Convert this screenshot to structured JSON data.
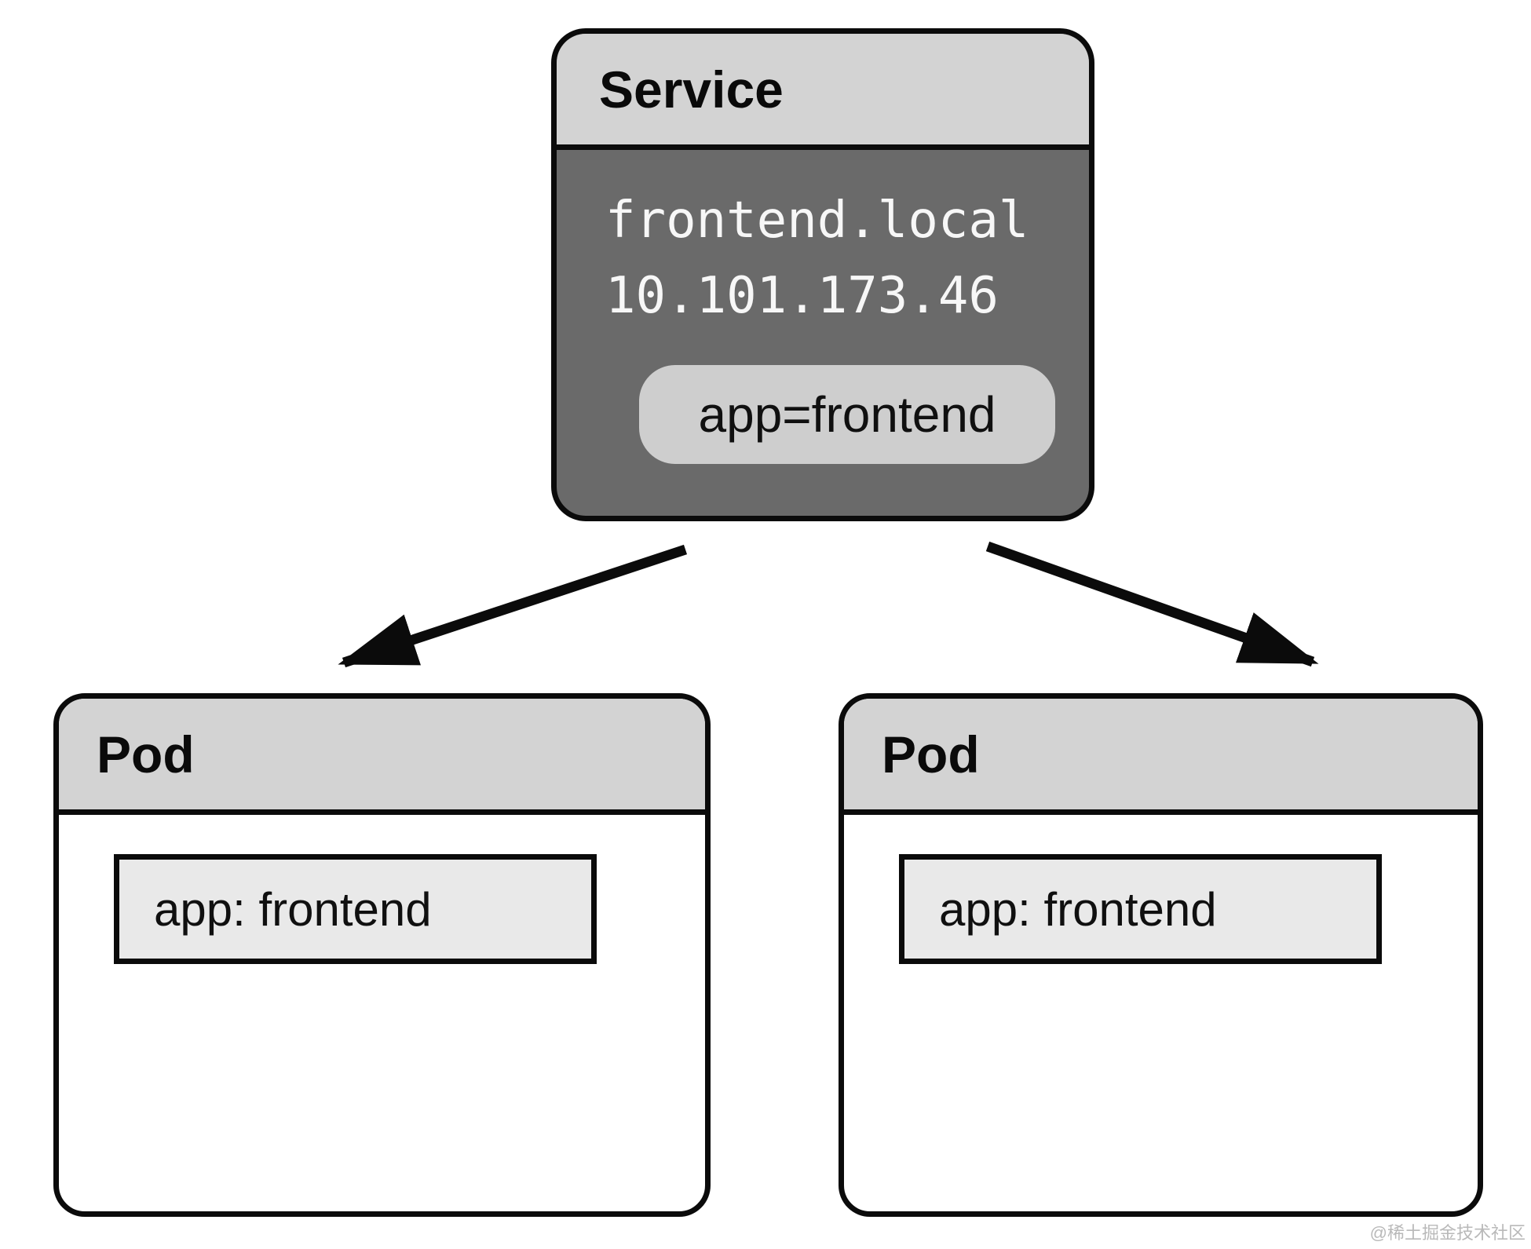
{
  "diagram": {
    "service": {
      "title": "Service",
      "dns_name": "frontend.local",
      "cluster_ip": "10.101.173.46",
      "selector": "app=frontend"
    },
    "pods": [
      {
        "title": "Pod",
        "label": "app: frontend"
      },
      {
        "title": "Pod",
        "label": "app: frontend"
      }
    ]
  },
  "watermark": "@稀土掘金技术社区",
  "colors": {
    "header_gray": "#d3d3d3",
    "service_body_gray": "#6a6a6a",
    "pill_gray": "#cecece",
    "label_box_gray": "#e9e9e9",
    "line_black": "#0b0b0b",
    "mono_text_white": "#f7f7f7",
    "watermark_gray": "#b9b9b9"
  }
}
